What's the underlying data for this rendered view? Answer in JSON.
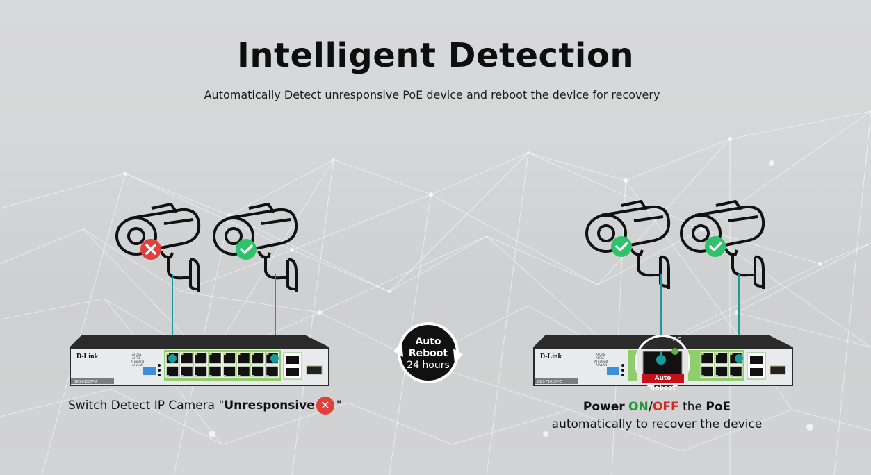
{
  "header": {
    "title": "Intelligent Detection",
    "subtitle": "Automatically Detect unresponsive PoE device and reboot the device for recovery"
  },
  "left_scene": {
    "cameras": [
      {
        "status": "unresponsive",
        "badge_icon": "x-circle-icon",
        "badge_color": "#e2403c"
      },
      {
        "status": "ok",
        "badge_icon": "check-circle-icon",
        "badge_color": "#2ec26a"
      }
    ],
    "switch": {
      "brand": "D-Link",
      "model": "DES-F1010P-E",
      "dip_labels": [
        "AI QoS",
        "AI PoE",
        "AI Extend",
        "AI VLAN"
      ]
    },
    "caption": {
      "prefix": "Switch Detect IP Camera \"",
      "bold": "Unresponsive",
      "suffix": "\"",
      "icon": "x-circle-icon"
    }
  },
  "center": {
    "line1": "Auto",
    "line2": "Reboot",
    "line3": "24 hours",
    "icon": "cycle-arrows-icon"
  },
  "right_scene": {
    "cameras": [
      {
        "status": "ok",
        "badge_icon": "check-circle-icon",
        "badge_color": "#2ec26a"
      },
      {
        "status": "ok",
        "badge_icon": "check-circle-icon",
        "badge_color": "#2ec26a"
      }
    ],
    "switch": {
      "brand": "D-Link",
      "model": "DES-F1010P-E",
      "dip_labels": [
        "AI QoS",
        "AI PoE",
        "AI Extend",
        "AI VLAN"
      ],
      "port_label": "AC",
      "tag": "Auto Reboot"
    },
    "caption": {
      "word1": "Power",
      "on": "ON",
      "slash": "/",
      "off": "OFF",
      "mid": "the",
      "poe": "PoE",
      "line2": "automatically to recover the device"
    }
  },
  "colors": {
    "cable": "#1a9a9a",
    "on": "#1e9a35",
    "off": "#d9261c",
    "error": "#e2403c",
    "ok": "#2ec26a",
    "tag": "#c8101a"
  }
}
